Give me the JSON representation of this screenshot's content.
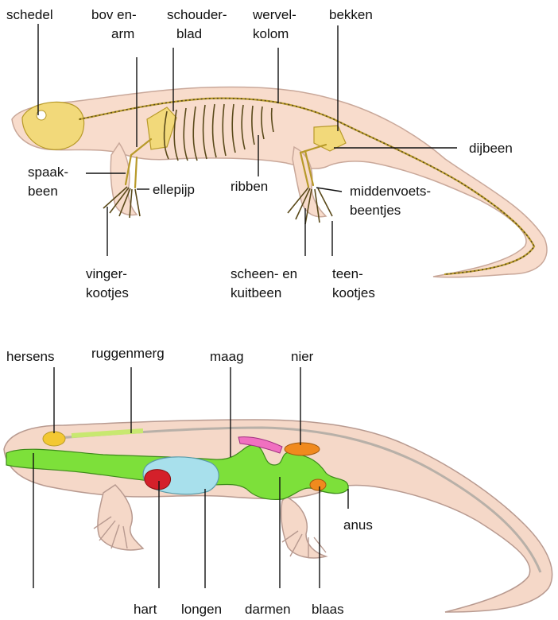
{
  "skeleton": {
    "labels": {
      "schedel": "schedel",
      "bovenarm_1": "bov en-",
      "bovenarm_2": "arm",
      "schouderblad_1": "schouder-",
      "schouderblad_2": "blad",
      "wervelkolom_1": "wervel-",
      "wervelkolom_2": "kolom",
      "bekken": "bekken",
      "dijbeen": "dijbeen",
      "spaakbeen_1": "spaak-",
      "spaakbeen_2": "been",
      "ellepijp": "ellepijp",
      "ribben": "ribben",
      "middenvoetsbeentjes_1": "middenvoets-",
      "middenvoetsbeentjes_2": "beentjes",
      "vingerkootjes_1": "vinger-",
      "vingerkootjes_2": "kootjes",
      "scheen_1": "scheen- en",
      "scheen_2": "kuitbeen",
      "teenkootjes_1": "teen-",
      "teenkootjes_2": "kootjes"
    }
  },
  "organs": {
    "labels": {
      "hersens": "hersens",
      "ruggenmerg": "ruggenmerg",
      "maag": "maag",
      "nier": "nier",
      "anus": "anus",
      "hart": "hart",
      "longen": "longen",
      "darmen": "darmen",
      "blaas": "blaas"
    },
    "colors": {
      "digestive": "#7de03a",
      "heart": "#d4202a",
      "lungs": "#a8e0ec",
      "brain": "#f3c832",
      "kidney": "#f08a1e",
      "bladder": "#f08a1e",
      "liver_pink": "#f070c0"
    }
  }
}
